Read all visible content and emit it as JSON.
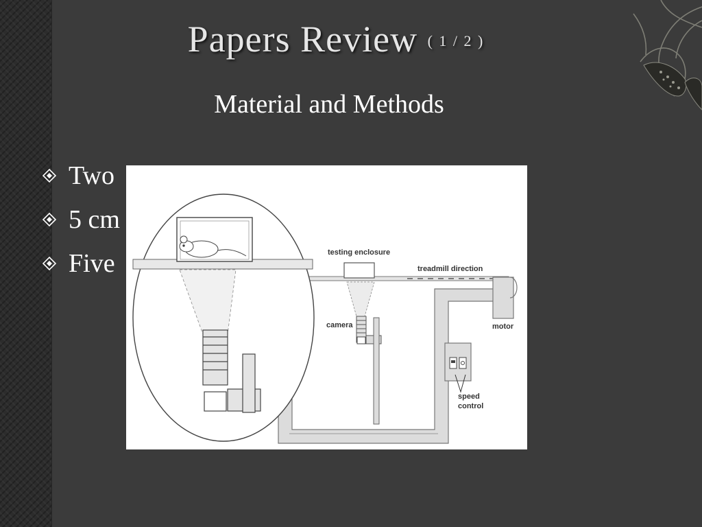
{
  "slide": {
    "title": "Papers Review",
    "title_page": "( 1 / 2 )",
    "subtitle": "Material and Methods",
    "bullets": [
      {
        "text": "Two"
      },
      {
        "text": "5 cm"
      },
      {
        "text": "Five"
      }
    ]
  },
  "figure": {
    "labels": {
      "testing_enclosure": "testing enclosure",
      "treadmill_direction": "treadmill direction",
      "camera": "camera",
      "motor": "motor",
      "speed": "speed",
      "control": "control"
    }
  },
  "icons": {
    "bullet": "diamond-bullet-icon",
    "ornament": "floral-ornament-icon"
  }
}
